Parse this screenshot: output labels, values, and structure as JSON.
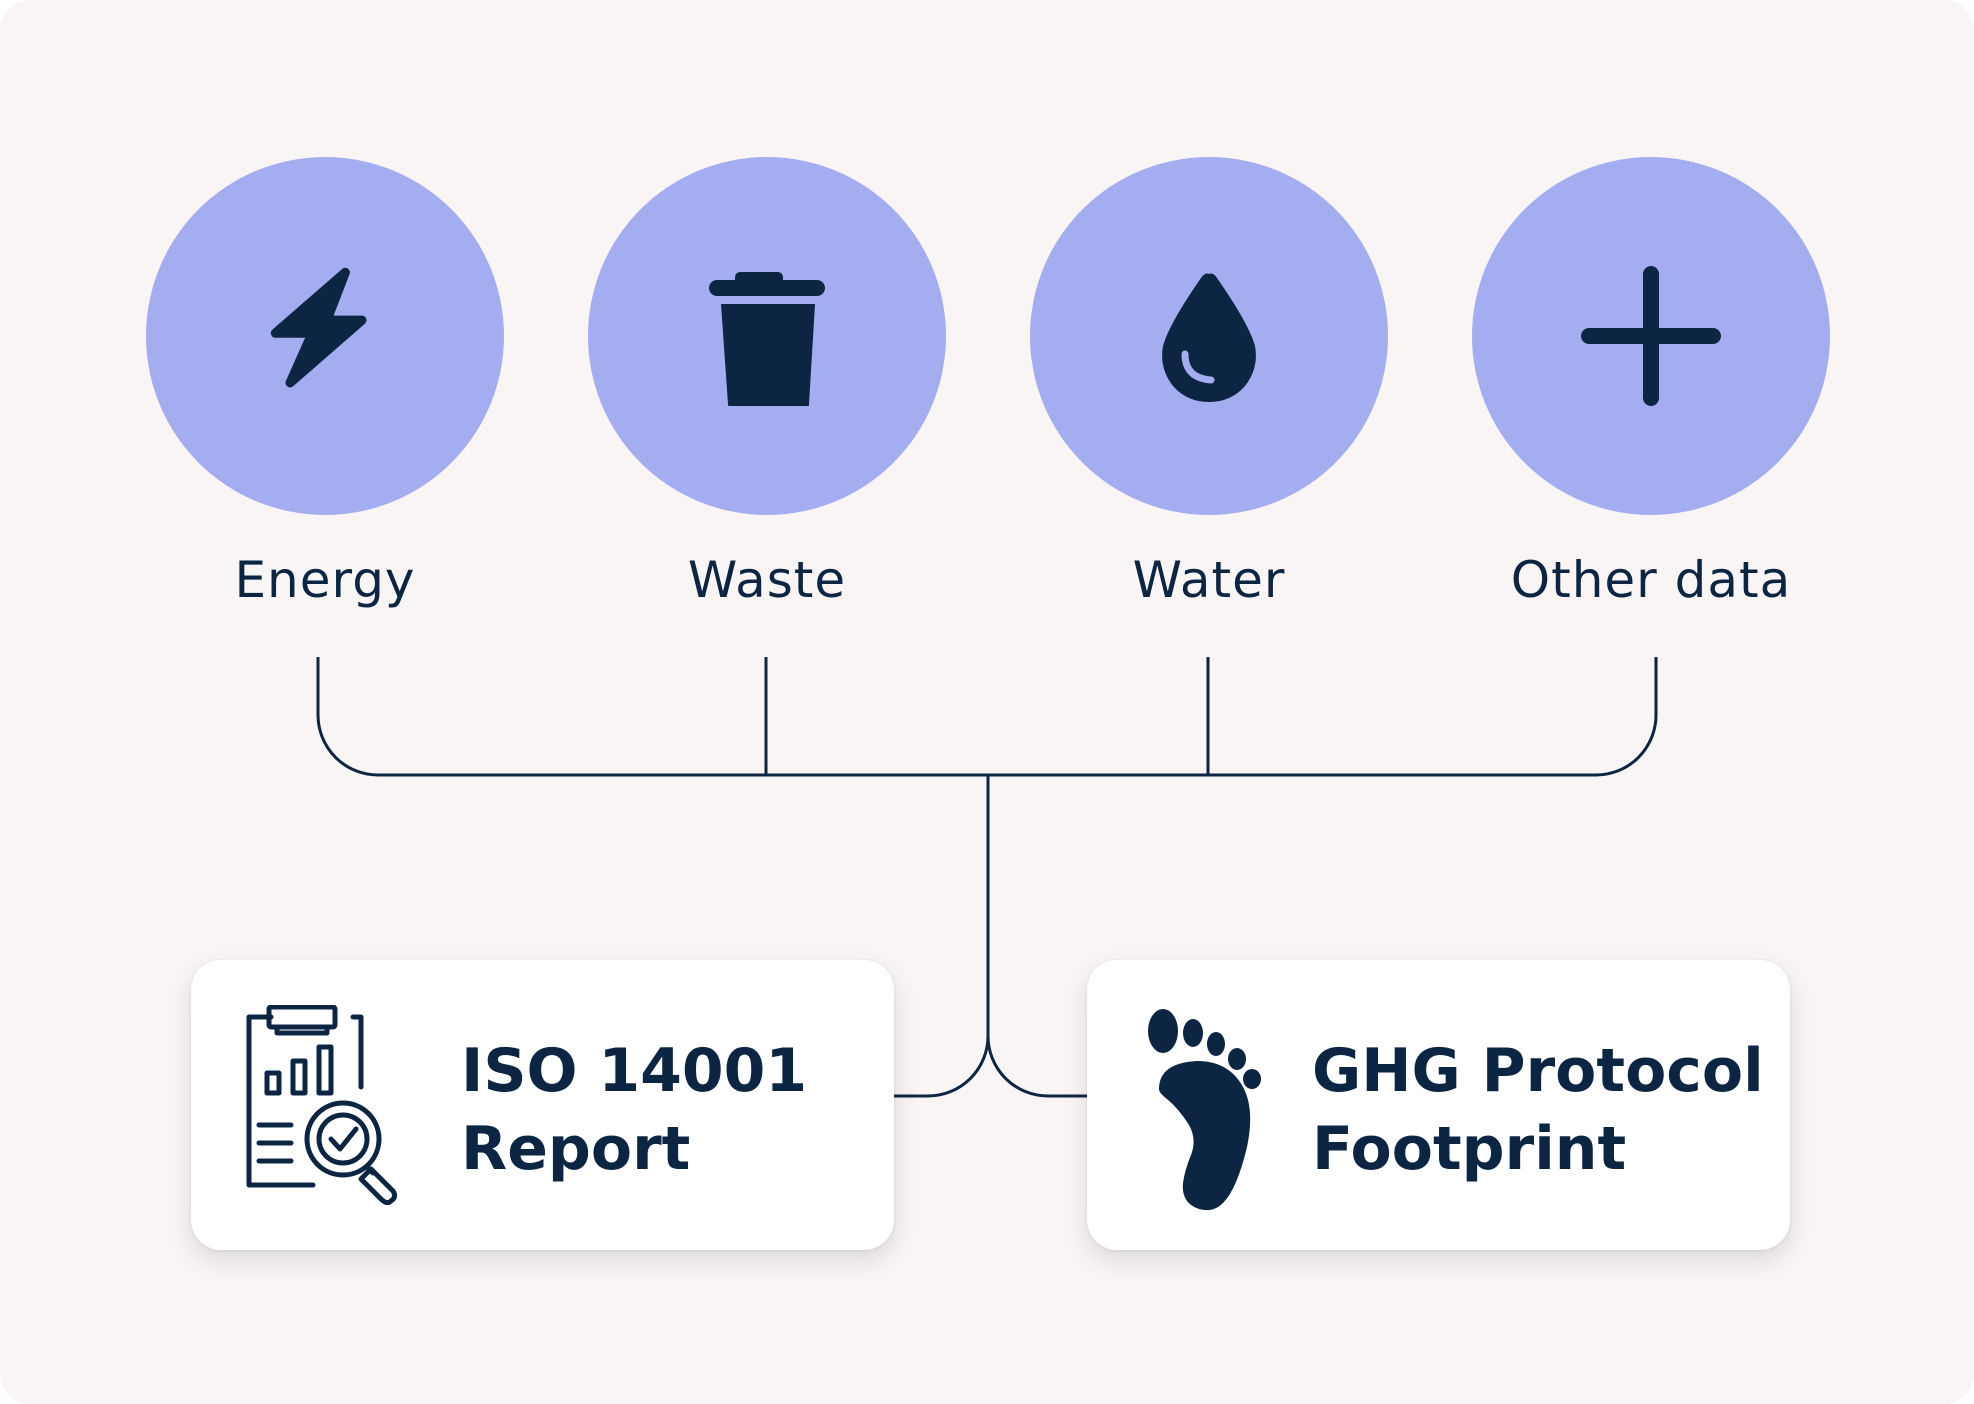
{
  "colors": {
    "background": "#f9f5f4",
    "circle_fill": "#a4adf0",
    "icon_dark": "#0c2542",
    "card_bg": "#ffffff",
    "line": "#0c2542"
  },
  "sources": [
    {
      "label": "Energy",
      "icon": "lightning-bolt-icon"
    },
    {
      "label": "Waste",
      "icon": "trash-bin-icon"
    },
    {
      "label": "Water",
      "icon": "water-drop-icon"
    },
    {
      "label": "Other data",
      "icon": "plus-icon"
    }
  ],
  "outputs": [
    {
      "title_line1": "ISO 14001",
      "title_line2": "Report",
      "icon": "report-magnifier-icon"
    },
    {
      "title_line1": "GHG Protocol",
      "title_line2": "Footprint",
      "icon": "footprint-icon"
    }
  ]
}
